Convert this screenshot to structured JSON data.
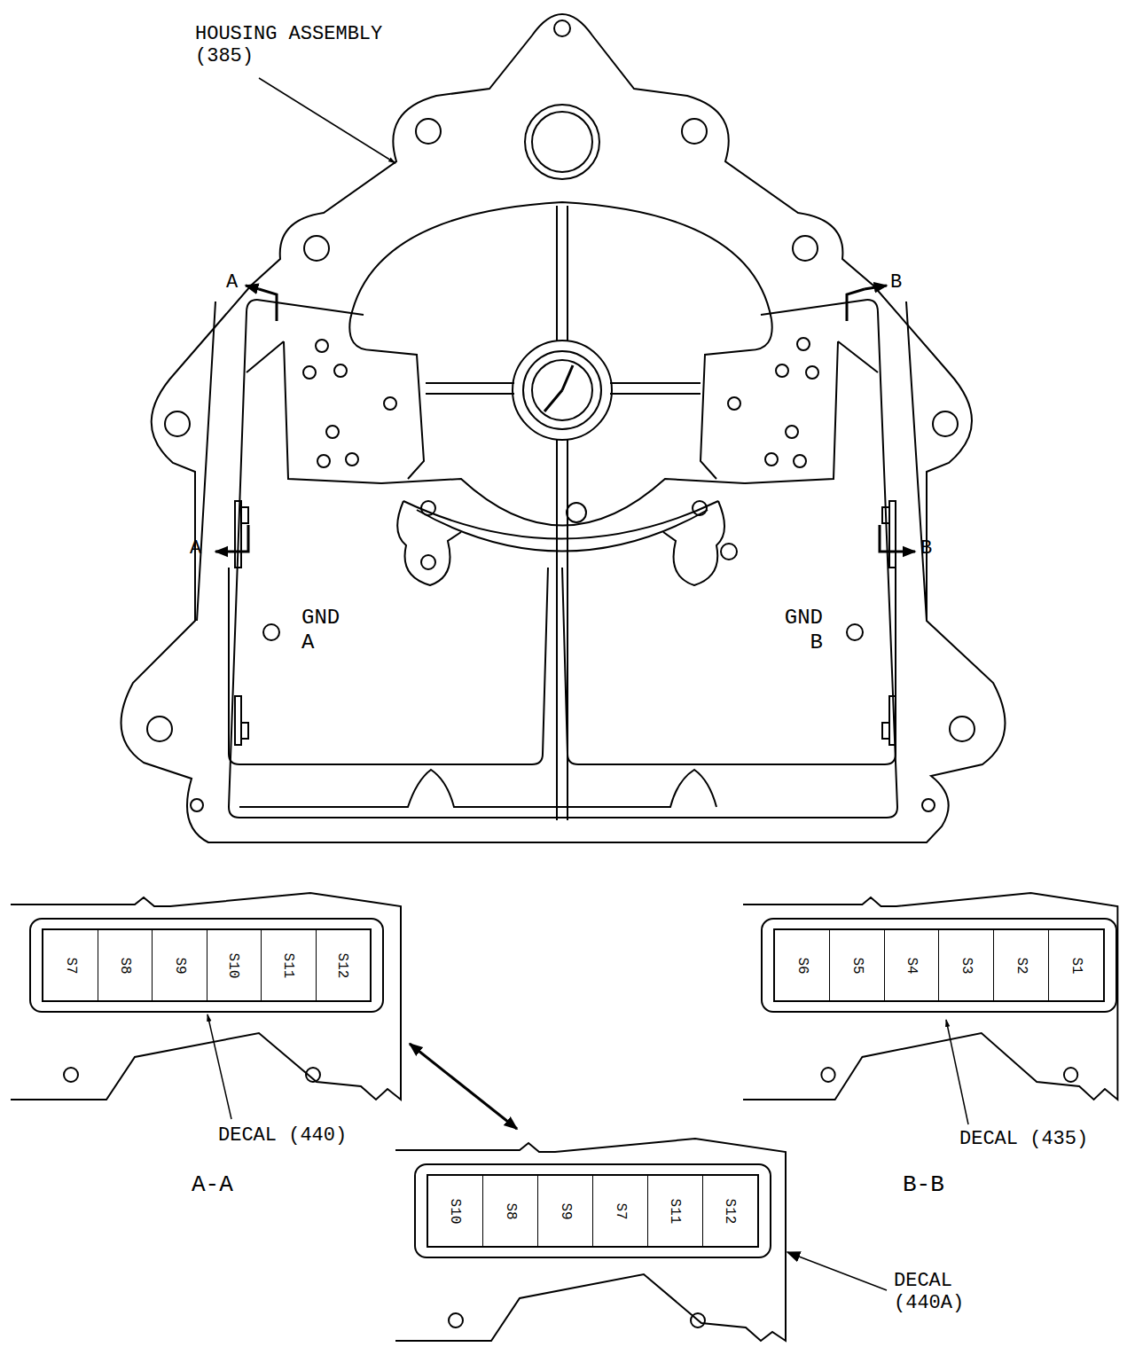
{
  "diagram": {
    "nodes": [
      {
        "text": [
          "S7",
          "S8",
          "S9",
          "S10",
          "S11",
          "S12"
        ]
      },
      {
        "text": [
          "S6",
          "S5",
          "S4",
          "S3",
          "S2",
          "S1"
        ]
      },
      {
        "text": [
          "S10",
          "S8",
          "S9",
          "S7",
          "S11",
          "S12"
        ]
      }
    ],
    "edges": [
      {
        "from": 0,
        "to": 2,
        "arrow": "both"
      }
    ],
    "labels": [
      "HOUSING ASSEMBLY (385)",
      "A",
      "B",
      "A",
      "B",
      "GND A",
      "GND B",
      "DECAL (440)",
      "A-A",
      "DECAL (435)",
      "B-B",
      "DECAL (440A)"
    ]
  }
}
